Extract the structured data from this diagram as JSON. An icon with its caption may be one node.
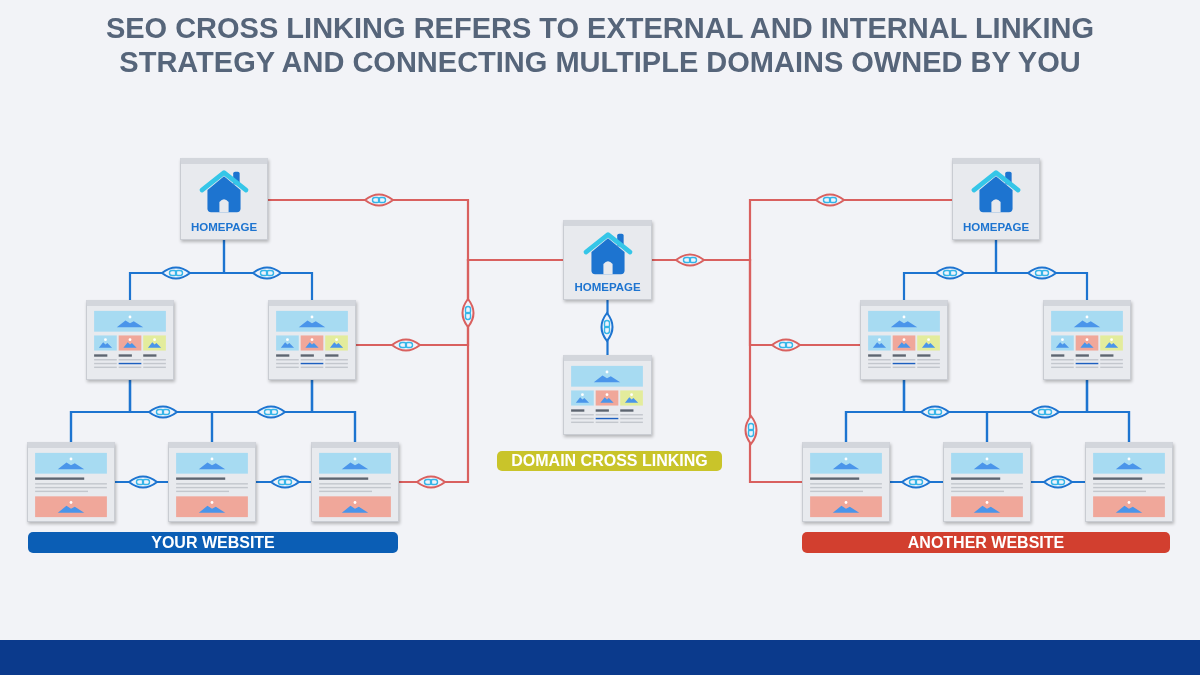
{
  "diagram": {
    "title": "SEO CROSS LINKING REFERS TO EXTERNAL AND INTERNAL LINKING STRATEGY AND CONNECTING MULTIPLE DOMAINS OWNED BY YOU",
    "nodes": [
      {
        "text": [
          "HOMEPAGE"
        ]
      },
      {
        "text": [],
        "shape": "picture"
      },
      {
        "text": [],
        "shape": "picture"
      },
      {
        "text": [],
        "shape": "picture"
      },
      {
        "text": [],
        "shape": "picture"
      },
      {
        "text": [],
        "shape": "picture"
      },
      {
        "text": [
          "HOMEPAGE"
        ]
      },
      {
        "text": [],
        "shape": "picture"
      },
      {
        "text": [
          "HOMEPAGE"
        ]
      },
      {
        "text": [],
        "shape": "picture"
      },
      {
        "text": [],
        "shape": "picture"
      },
      {
        "text": [],
        "shape": "picture"
      },
      {
        "text": [],
        "shape": "picture"
      },
      {
        "text": [],
        "shape": "picture"
      },
      {
        "text": [
          "YOUR WEBSITE"
        ]
      },
      {
        "text": [
          "DOMAIN CROSS LINKING"
        ]
      },
      {
        "text": [
          "ANOTHER WEBSITE"
        ]
      }
    ],
    "edges": [
      {
        "from": 0,
        "to": 1,
        "arrow": "none"
      },
      {
        "from": 0,
        "to": 2,
        "arrow": "none"
      },
      {
        "from": 1,
        "to": 3,
        "arrow": "none"
      },
      {
        "from": 1,
        "to": 4,
        "arrow": "none"
      },
      {
        "from": 1,
        "to": 5,
        "arrow": "none"
      },
      {
        "from": 2,
        "to": 3,
        "arrow": "none"
      },
      {
        "from": 2,
        "to": 4,
        "arrow": "none"
      },
      {
        "from": 2,
        "to": 5,
        "arrow": "none"
      },
      {
        "from": 3,
        "to": 4,
        "arrow": "none"
      },
      {
        "from": 4,
        "to": 5,
        "arrow": "none"
      },
      {
        "from": 0,
        "to": 6,
        "arrow": "none",
        "color": "#d9605f"
      },
      {
        "from": 2,
        "to": 6,
        "arrow": "none",
        "color": "#d9605f"
      },
      {
        "from": 5,
        "to": 6,
        "arrow": "none",
        "color": "#d9605f"
      },
      {
        "from": 6,
        "to": 7,
        "arrow": "none"
      },
      {
        "from": 6,
        "to": 8,
        "arrow": "none",
        "color": "#d9605f"
      },
      {
        "from": 6,
        "to": 9,
        "arrow": "none",
        "color": "#d9605f"
      },
      {
        "from": 6,
        "to": 11,
        "arrow": "none",
        "color": "#d9605f"
      },
      {
        "from": 8,
        "to": 9,
        "arrow": "none"
      },
      {
        "from": 8,
        "to": 10,
        "arrow": "none"
      },
      {
        "from": 9,
        "to": 11,
        "arrow": "none"
      },
      {
        "from": 9,
        "to": 12,
        "arrow": "none"
      },
      {
        "from": 9,
        "to": 13,
        "arrow": "none"
      },
      {
        "from": 10,
        "to": 11,
        "arrow": "none"
      },
      {
        "from": 10,
        "to": 12,
        "arrow": "none"
      },
      {
        "from": 10,
        "to": 13,
        "arrow": "none"
      },
      {
        "from": 11,
        "to": 12,
        "arrow": "none"
      },
      {
        "from": 12,
        "to": 13,
        "arrow": "none"
      }
    ]
  }
}
